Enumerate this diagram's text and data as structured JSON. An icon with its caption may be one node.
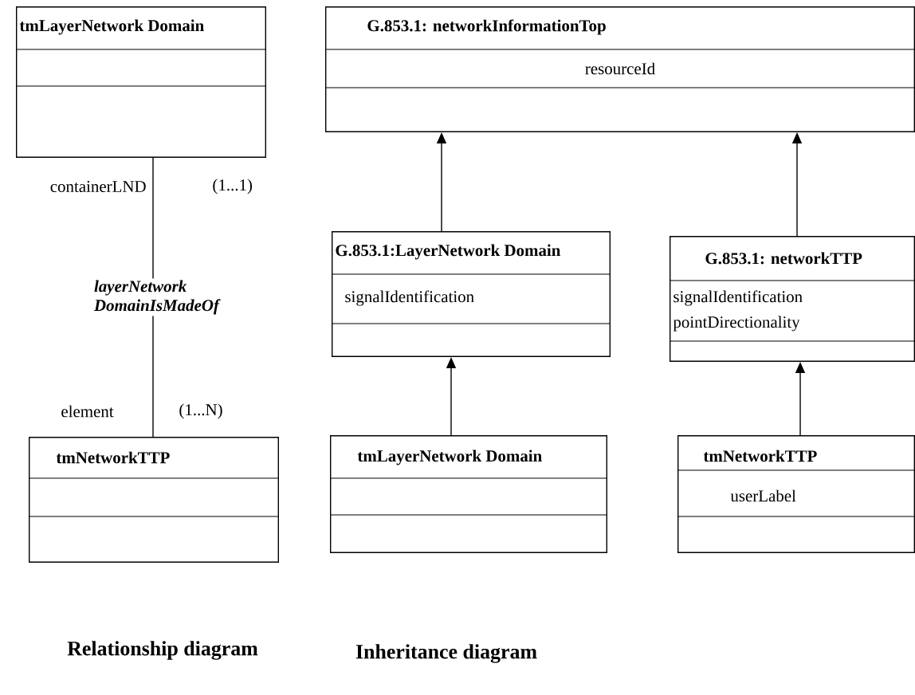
{
  "diagram": {
    "nodes": [
      {
        "text": [
          "tmLayerNetwork Domain"
        ]
      },
      {
        "text": [
          "tmNetworkTTP"
        ]
      },
      {
        "text": [
          "G.853.1:  networkInformationTop",
          "resourceId"
        ]
      },
      {
        "text": [
          "G.853.1:LayerNetwork Domain",
          "signalIdentification"
        ]
      },
      {
        "text": [
          "G.853.1: networkTTP",
          "signalIdentification",
          "pointDirectionality"
        ]
      },
      {
        "text": [
          "tmLayerNetwork Domain"
        ]
      },
      {
        "text": [
          "tmNetworkTTP",
          "userLabel"
        ]
      }
    ],
    "edges": [
      {
        "from": 0,
        "to": 1,
        "arrow": "none",
        "label": "layerNetwork DomainIsMadeOf"
      },
      {
        "from": 3,
        "to": 2,
        "arrow": "to"
      },
      {
        "from": 4,
        "to": 2,
        "arrow": "to"
      },
      {
        "from": 5,
        "to": 3,
        "arrow": "to"
      },
      {
        "from": 6,
        "to": 4,
        "arrow": "to"
      }
    ],
    "labels": [
      "containerLND",
      "(1...1)",
      "element",
      "(1...N)",
      "Relationship diagram",
      "Inheritance diagram"
    ]
  }
}
